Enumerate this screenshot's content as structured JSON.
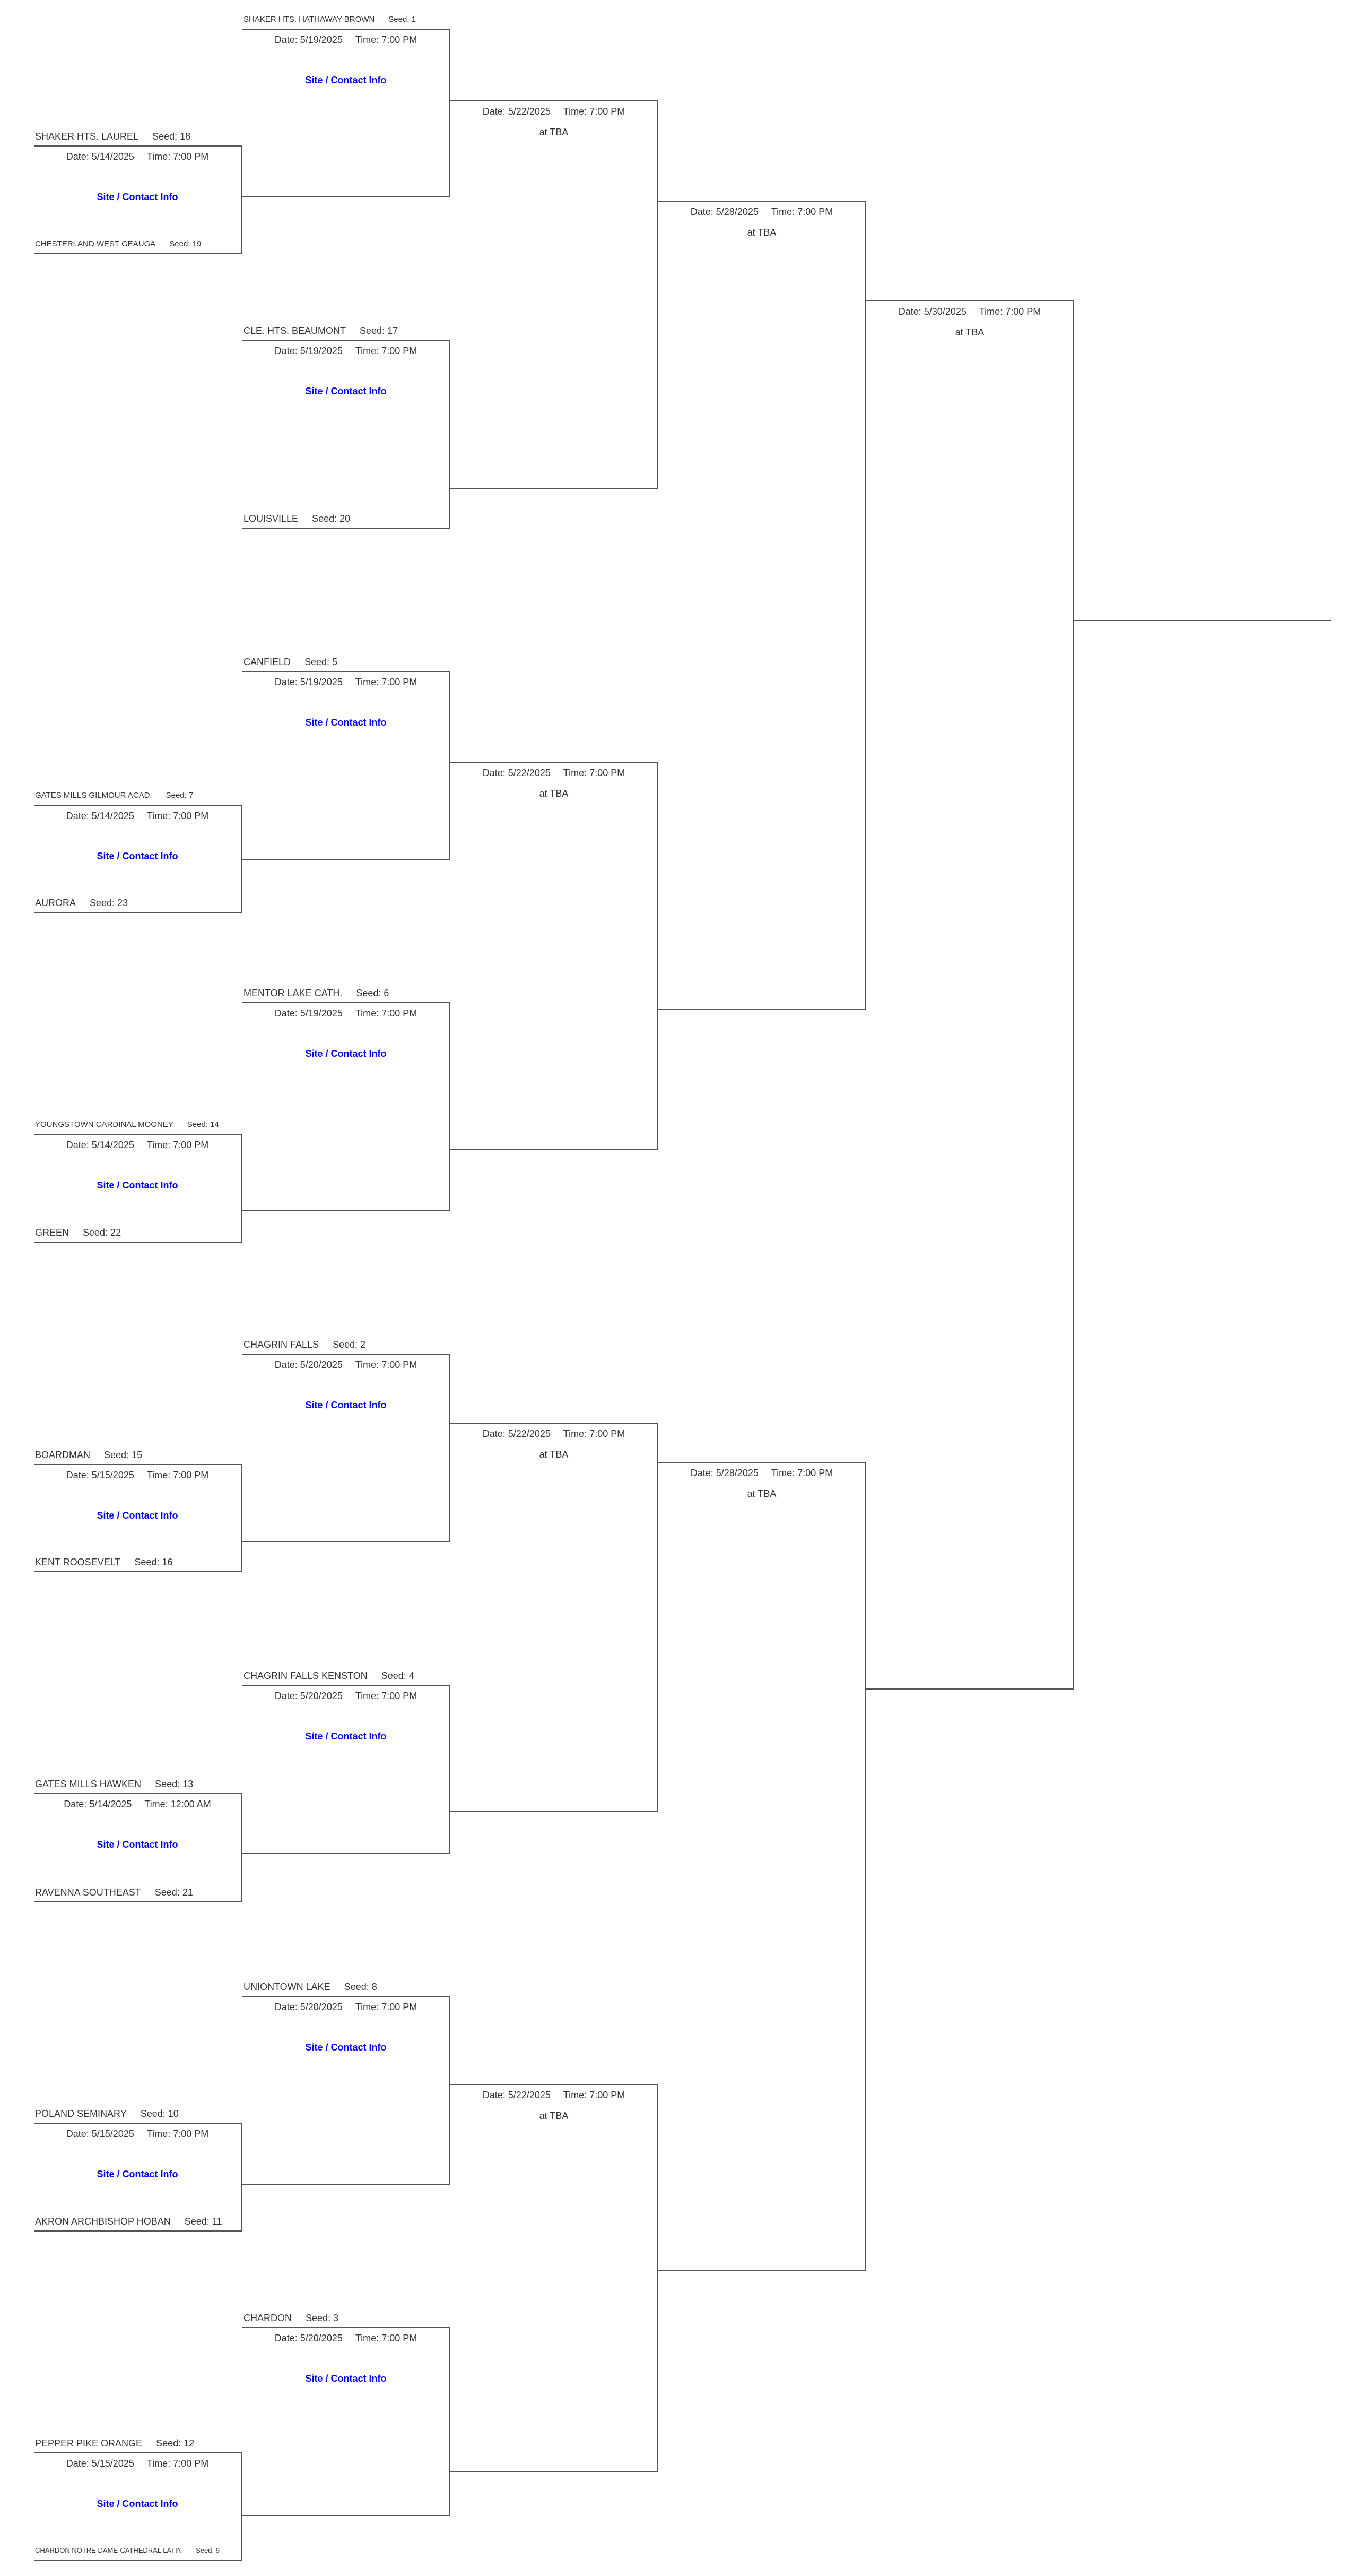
{
  "colors": {
    "line": "#555555",
    "text": "#333333",
    "link": "#0000ff"
  },
  "labels": {
    "site_link": "Site / Contact Info"
  },
  "rounds": [
    {
      "matches": [
        {
          "date": "Date: 5/14/2025",
          "time": "Time: 7:00 PM",
          "top": {
            "name": "SHAKER HTS. LAUREL",
            "seed": "Seed: 18"
          },
          "bottom": {
            "name": "CHESTERLAND WEST GEAUGA",
            "seed": "Seed: 19"
          }
        },
        {
          "date": "Date: 5/14/2025",
          "time": "Time: 7:00 PM",
          "top": {
            "name": "GATES MILLS GILMOUR ACAD.",
            "seed": "Seed: 7"
          },
          "bottom": {
            "name": "AURORA",
            "seed": "Seed: 23"
          }
        },
        {
          "date": "Date: 5/14/2025",
          "time": "Time: 7:00 PM",
          "top": {
            "name": "YOUNGSTOWN CARDINAL MOONEY",
            "seed": "Seed: 14"
          },
          "bottom": {
            "name": "GREEN",
            "seed": "Seed: 22"
          }
        },
        {
          "date": "Date: 5/15/2025",
          "time": "Time: 7:00 PM",
          "top": {
            "name": "BOARDMAN",
            "seed": "Seed: 15"
          },
          "bottom": {
            "name": "KENT ROOSEVELT",
            "seed": "Seed: 16"
          }
        },
        {
          "date": "Date: 5/14/2025",
          "time": "Time: 12:00 AM",
          "top": {
            "name": "GATES MILLS HAWKEN",
            "seed": "Seed: 13"
          },
          "bottom": {
            "name": "RAVENNA SOUTHEAST",
            "seed": "Seed: 21"
          }
        },
        {
          "date": "Date: 5/15/2025",
          "time": "Time: 7:00 PM",
          "top": {
            "name": "POLAND SEMINARY",
            "seed": "Seed: 10"
          },
          "bottom": {
            "name": "AKRON ARCHBISHOP HOBAN",
            "seed": "Seed: 11"
          }
        },
        {
          "date": "Date: 5/15/2025",
          "time": "Time: 7:00 PM",
          "top": {
            "name": "PEPPER PIKE ORANGE",
            "seed": "Seed: 12"
          },
          "bottom": {
            "name": "CHARDON NOTRE DAME-CATHEDRAL LATIN",
            "seed": "Seed: 9"
          }
        }
      ]
    },
    {
      "matches": [
        {
          "date": "Date: 5/19/2025",
          "time": "Time: 7:00 PM",
          "top": {
            "name": "SHAKER HTS. HATHAWAY BROWN",
            "seed": "Seed: 1"
          }
        },
        {
          "date": "Date: 5/19/2025",
          "time": "Time: 7:00 PM",
          "top": {
            "name": "CLE. HTS. BEAUMONT",
            "seed": "Seed: 17"
          },
          "bottom": {
            "name": "LOUISVILLE",
            "seed": "Seed: 20"
          }
        },
        {
          "date": "Date: 5/19/2025",
          "time": "Time: 7:00 PM",
          "top": {
            "name": "CANFIELD",
            "seed": "Seed: 5"
          }
        },
        {
          "date": "Date: 5/19/2025",
          "time": "Time: 7:00 PM",
          "top": {
            "name": "MENTOR LAKE CATH.",
            "seed": "Seed: 6"
          }
        },
        {
          "date": "Date: 5/20/2025",
          "time": "Time: 7:00 PM",
          "top": {
            "name": "CHAGRIN FALLS",
            "seed": "Seed: 2"
          }
        },
        {
          "date": "Date: 5/20/2025",
          "time": "Time: 7:00 PM",
          "top": {
            "name": "CHAGRIN FALLS KENSTON",
            "seed": "Seed: 4"
          }
        },
        {
          "date": "Date: 5/20/2025",
          "time": "Time: 7:00 PM",
          "top": {
            "name": "UNIONTOWN LAKE",
            "seed": "Seed: 8"
          }
        },
        {
          "date": "Date: 5/20/2025",
          "time": "Time: 7:00 PM",
          "top": {
            "name": "CHARDON",
            "seed": "Seed: 3"
          }
        }
      ]
    },
    {
      "matches": [
        {
          "date": "Date: 5/22/2025",
          "time": "Time: 7:00 PM",
          "location": "at TBA"
        },
        {
          "date": "Date: 5/22/2025",
          "time": "Time: 7:00 PM",
          "location": "at TBA"
        },
        {
          "date": "Date: 5/22/2025",
          "time": "Time: 7:00 PM",
          "location": "at TBA"
        },
        {
          "date": "Date: 5/22/2025",
          "time": "Time: 7:00 PM",
          "location": "at TBA"
        }
      ]
    },
    {
      "matches": [
        {
          "date": "Date: 5/28/2025",
          "time": "Time: 7:00 PM",
          "location": "at TBA"
        },
        {
          "date": "Date: 5/28/2025",
          "time": "Time: 7:00 PM",
          "location": "at TBA"
        }
      ]
    },
    {
      "matches": [
        {
          "date": "Date: 5/30/2025",
          "time": "Time: 7:00 PM",
          "location": "at TBA"
        }
      ]
    }
  ]
}
